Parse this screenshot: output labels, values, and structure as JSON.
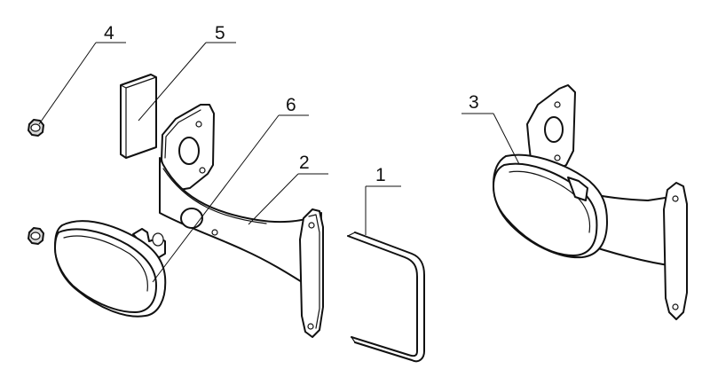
{
  "drawing": {
    "callouts": [
      {
        "number": "1"
      },
      {
        "number": "2"
      },
      {
        "number": "3"
      },
      {
        "number": "4"
      },
      {
        "number": "5"
      },
      {
        "number": "6"
      }
    ]
  }
}
